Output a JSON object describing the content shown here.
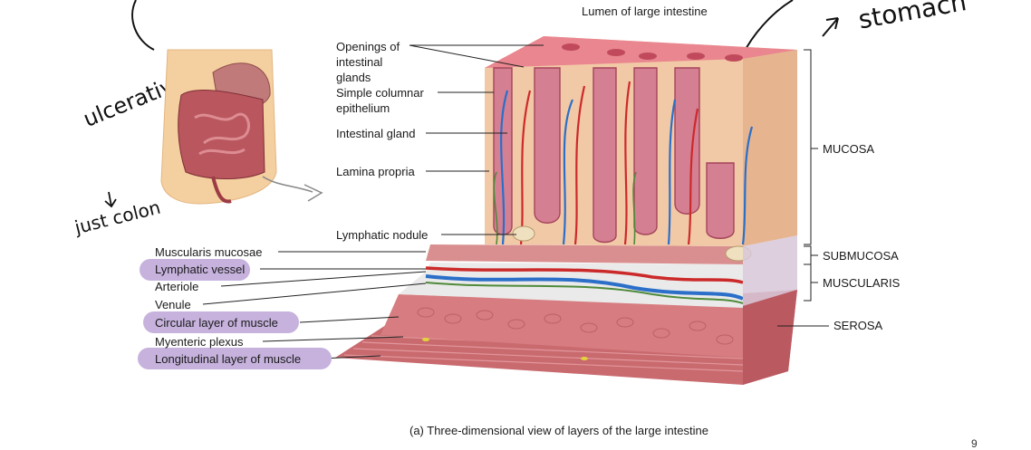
{
  "top_label": "Lumen of large intestine",
  "left_labels": [
    "Openings of intestinal glands",
    "Simple columnar epithelium",
    "Intestinal gland",
    "Lamina propria",
    "Lymphatic nodule"
  ],
  "bottom_labels": [
    "Muscularis mucosae",
    "Lymphatic vessel",
    "Arteriole",
    "Venule",
    "Circular layer of muscle",
    "Myenteric plexus",
    "Longitudinal layer of muscle"
  ],
  "highlighted_labels": [
    "Lymphatic vessel",
    "Circular layer of muscle",
    "Longitudinal layer of muscle"
  ],
  "layers": [
    "MUCOSA",
    "SUBMUCOSA",
    "MUSCULARIS",
    "SEROSA"
  ],
  "caption": "(a) Three-dimensional view of layers of the large intestine",
  "handwriting": {
    "left_note": "ulcerative colitis",
    "left_note_2": "just colon",
    "right_note": "stomach"
  },
  "page_number": "9",
  "colors": {
    "highlight": "#c6b2dd",
    "mucosa": "#f2c9a6",
    "gland": "#d57f93",
    "artery": "#cc2a2a",
    "vein": "#2b6fc9",
    "lymph": "#4f8a3a",
    "muscle": "#c96a6f"
  }
}
